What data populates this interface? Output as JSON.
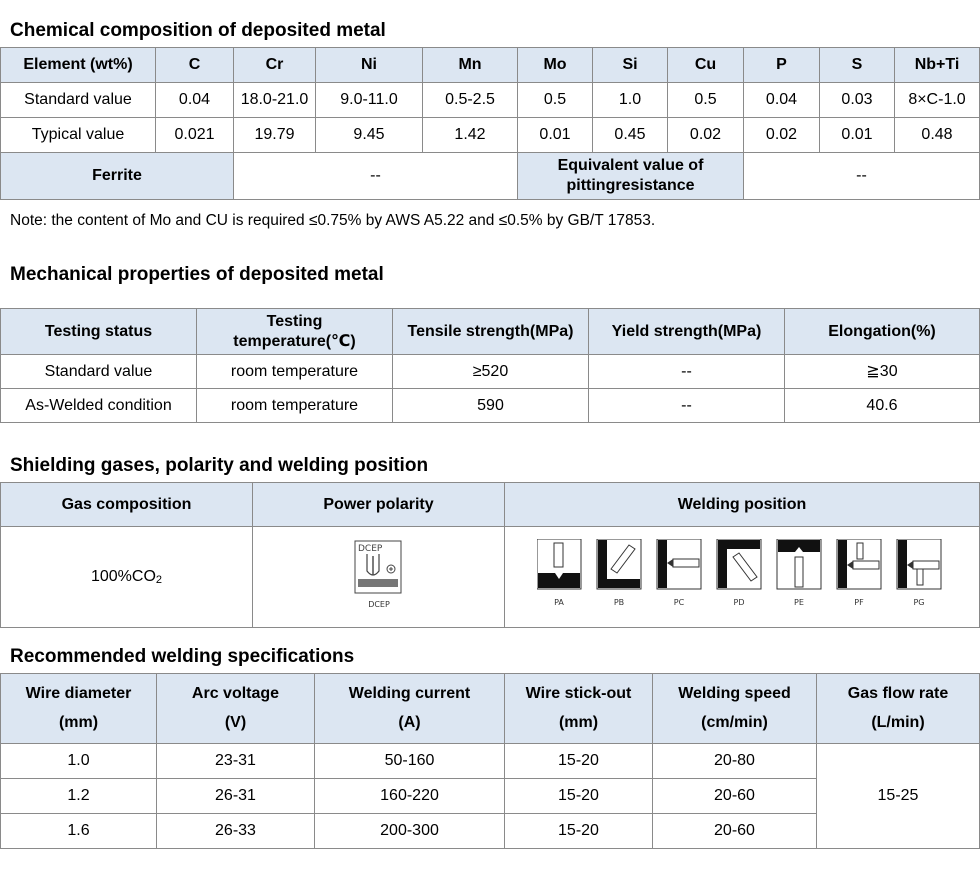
{
  "sections": {
    "chem_title": "Chemical composition of deposited metal",
    "mech_title": "Mechanical properties of deposited metal",
    "gas_title": "Shielding gases, polarity and welding position",
    "spec_title": "Recommended welding specifications"
  },
  "chem": {
    "header": [
      "Element (wt%)",
      "C",
      "Cr",
      "Ni",
      "Mn",
      "Mo",
      "Si",
      "Cu",
      "P",
      "S",
      "Nb+Ti"
    ],
    "rows": [
      [
        "Standard value",
        "0.04",
        "18.0-21.0",
        "9.0-11.0",
        "0.5-2.5",
        "0.5",
        "1.0",
        "0.5",
        "0.04",
        "0.03",
        "8×C-1.0"
      ],
      [
        "Typical value",
        "0.021",
        "19.79",
        "9.45",
        "1.42",
        "0.01",
        "0.45",
        "0.02",
        "0.02",
        "0.01",
        "0.48"
      ]
    ],
    "ferrite_label": "Ferrite",
    "ferrite_value": "--",
    "pitting_label_1": "Equivalent value of",
    "pitting_label_2": "pittingresistance",
    "pitting_value": "--",
    "note": "Note: the content of Mo and CU is required ≤0.75% by AWS A5.22 and ≤0.5% by GB/T 17853."
  },
  "mech": {
    "header": [
      "Testing status",
      "Testing",
      "temperature(℃)",
      "Tensile strength(MPa)",
      "Yield strength(MPa)",
      "Elongation(%)"
    ],
    "rows": [
      [
        "Standard value",
        "room temperature",
        "≥520",
        "--",
        "≧30"
      ],
      [
        "As-Welded condition",
        "room temperature",
        "590",
        "--",
        "40.6"
      ]
    ]
  },
  "gas": {
    "header": [
      "Gas composition",
      "Power polarity",
      "Welding position"
    ],
    "gas_main": "100%CO",
    "gas_sub": "2",
    "polarity_icon_text": "DCEP",
    "polarity_label": "DCEP",
    "positions": [
      "PA",
      "PB",
      "PC",
      "PD",
      "PE",
      "PF",
      "PG"
    ]
  },
  "spec": {
    "header": [
      [
        "Wire diameter",
        "(mm)"
      ],
      [
        "Arc voltage",
        "(V)"
      ],
      [
        "Welding current",
        "(A)"
      ],
      [
        "Wire stick-out",
        "(mm)"
      ],
      [
        "Welding speed",
        "(cm/min)"
      ],
      [
        "Gas flow rate",
        "(L/min)"
      ]
    ],
    "rows": [
      [
        "1.0",
        "23-31",
        "50-160",
        "15-20",
        "20-80"
      ],
      [
        "1.2",
        "26-31",
        "160-220",
        "15-20",
        "20-60"
      ],
      [
        "1.6",
        "26-33",
        "200-300",
        "15-20",
        "20-60"
      ]
    ],
    "gas_flow": "15-25"
  }
}
